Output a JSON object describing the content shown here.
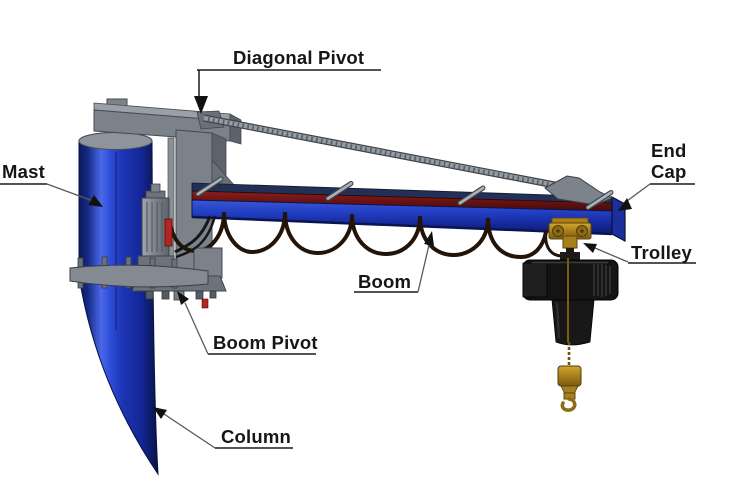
{
  "figure": {
    "background": "#ffffff"
  },
  "labels": {
    "diagonal_pivot": "Diagonal Pivot",
    "mast": "Mast",
    "end_cap_line1": "End",
    "end_cap_line2": "Cap",
    "trolley": "Trolley",
    "boom": "Boom",
    "boom_pivot": "Boom Pivot",
    "column": "Column"
  },
  "colors": {
    "column_blue": "#2240c4",
    "column_blue_dark": "#0b1b5e",
    "steel_gray": "#7c828a",
    "boom_stripe_red": "#6b1212",
    "festoon_cable": "#241408",
    "hoist_black": "#141414",
    "brass_gold": "#a87f1c",
    "motor_red": "#b02622",
    "label_text": "#161616",
    "leader_line": "#5a5a5a"
  }
}
